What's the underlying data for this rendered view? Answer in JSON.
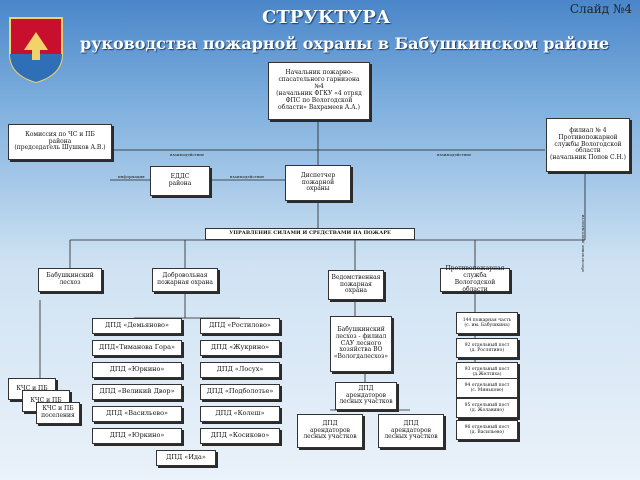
{
  "slide_label": "Слайд №4",
  "title_line1": "СТРУКТУРА",
  "title_line2": "руководства пожарной охраны в Бабушкинском районе",
  "colors": {
    "bg_top": "#4a86c9",
    "bg_bottom": "#eaf2fa",
    "box_border": "#333333"
  },
  "crest": {
    "icon": "coat-of-arms-icon"
  },
  "nodes": {
    "chief": [
      "Начальник пожарно-",
      "спасательного гарнизона",
      "№4",
      "(начальник ФГКУ «4 отряд",
      "ФПС по Вологодской",
      "области» Вахрамеев А.А.)"
    ],
    "commission": [
      "Комиссия по ЧС и ПБ",
      "района",
      "(председатель Шушков А.В.)"
    ],
    "filial": [
      "филиал № 4",
      "Противопожарной",
      "службы Вологодской",
      "области",
      "(начальник Попов С.Н.)"
    ],
    "edds": [
      "ЕДДС",
      "района"
    ],
    "dispatcher": [
      "Диспетчер",
      "пожарной",
      "охраны"
    ],
    "management": "УПРАВЛЕНИЕ СИЛАМИ И СРЕДСТВАМИ НА ПОЖАРЕ",
    "leshoz": [
      "Бабушкинский",
      "лесхоз"
    ],
    "volunteer": [
      "Добровольная",
      "пожарная охрана"
    ],
    "departmental": [
      "Ведомственная",
      "пожарная",
      "охрана"
    ],
    "pps": [
      "Противопожарная",
      "служба Вологодской",
      "области"
    ],
    "sau": [
      "Бабушкинский",
      "лесхоз - филиал",
      "САУ лесного",
      "хозяйства ВО",
      "«Вологдалесхоз»"
    ],
    "dpd_tenants": [
      "ДПД",
      "арендаторов",
      "лесных участков"
    ],
    "dpd_tenants_2": [
      "ДПД",
      "арендаторов",
      "лесных участков"
    ],
    "dpd_tenants_3": [
      "ДПД",
      "арендаторов",
      "лесных участков"
    ]
  },
  "kchs": [
    "КЧС и ПБ",
    "КЧС и ПБ",
    "КЧС и ПБ",
    "поселения"
  ],
  "dpd_left": [
    "ДПД «Демьяново»",
    "ДПД«Тиманова Гора»",
    "ДПД «Юркино»",
    "ДПД «Великий Двор»",
    "ДПД «Васильево»",
    "ДПД «Юркино»"
  ],
  "dpd_right": [
    "ДПД «Ростилово»",
    "ДПД «Жукрино»",
    "ДПД «Лосух»",
    "ДПД «Подболотье»",
    "ДПД «Колеш»",
    "ДПД «Косиково»"
  ],
  "dpd_bottom": "ДПД «Ида»",
  "pch": [
    [
      "144 пожарная часть",
      "(с. им. Бабушкина)"
    ],
    [
      "92 отдельный пост",
      "(д. Рослятино)"
    ],
    [
      "93 отдельный пост",
      "(д.Желтиха)"
    ],
    [
      "94 отдельный пост",
      "(с. Миньково)"
    ],
    [
      "95 отдельный пост",
      "(д. Жолавино)"
    ],
    [
      "96 отдельный пост",
      "(д. Васильево)"
    ]
  ],
  "edge_labels": {
    "interaction_left": "взаимодействие",
    "interaction_right": "взаимодействие",
    "information": "информация",
    "interaction_mid": "взаимодействие",
    "vertical": "обеспечение деятельности"
  }
}
